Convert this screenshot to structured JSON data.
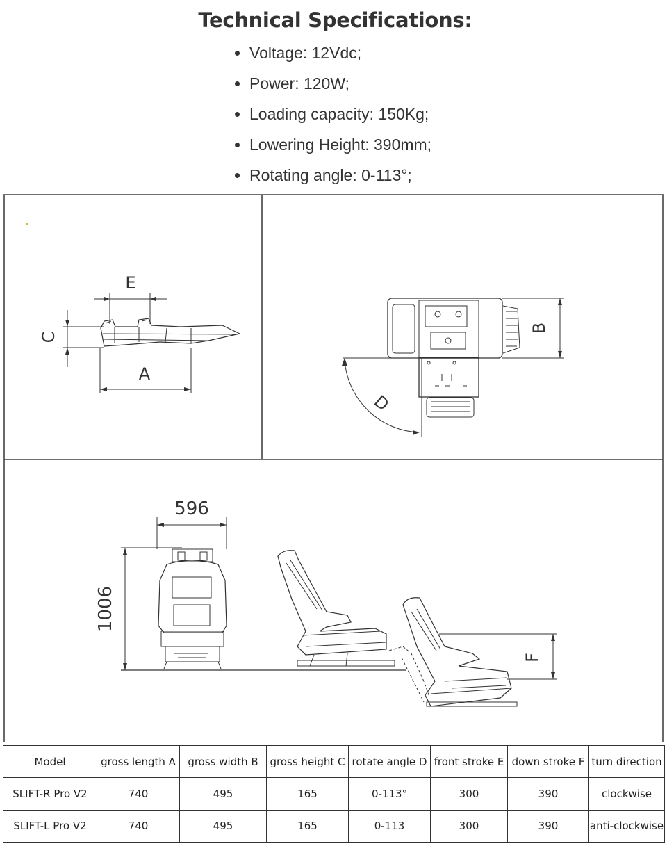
{
  "title": "Technical Specifications:",
  "specs": [
    "Voltage: 12Vdc;",
    "Power: 120W;",
    "Loading capacity: 150Kg;",
    "Lowering Height: 390mm;",
    "Rotating angle: 0-113°;"
  ],
  "drawing": {
    "labels": {
      "A": "A",
      "B": "B",
      "C": "C",
      "D": "D",
      "E": "E",
      "F": "F"
    },
    "dim_width": "596",
    "dim_height": "1006"
  },
  "table": {
    "headers": [
      "Model",
      "gross length A",
      "gross width B",
      "gross height C",
      "rotate angle D",
      "front stroke E",
      "down stroke F",
      "turn direction"
    ],
    "rows": [
      [
        "SLIFT-R Pro V2",
        "740",
        "495",
        "165",
        "0-113°",
        "300",
        "390",
        "clockwise"
      ],
      [
        "SLIFT-L Pro V2",
        "740",
        "495",
        "165",
        "0-113",
        "300",
        "390",
        "anti-clockwise"
      ]
    ]
  }
}
